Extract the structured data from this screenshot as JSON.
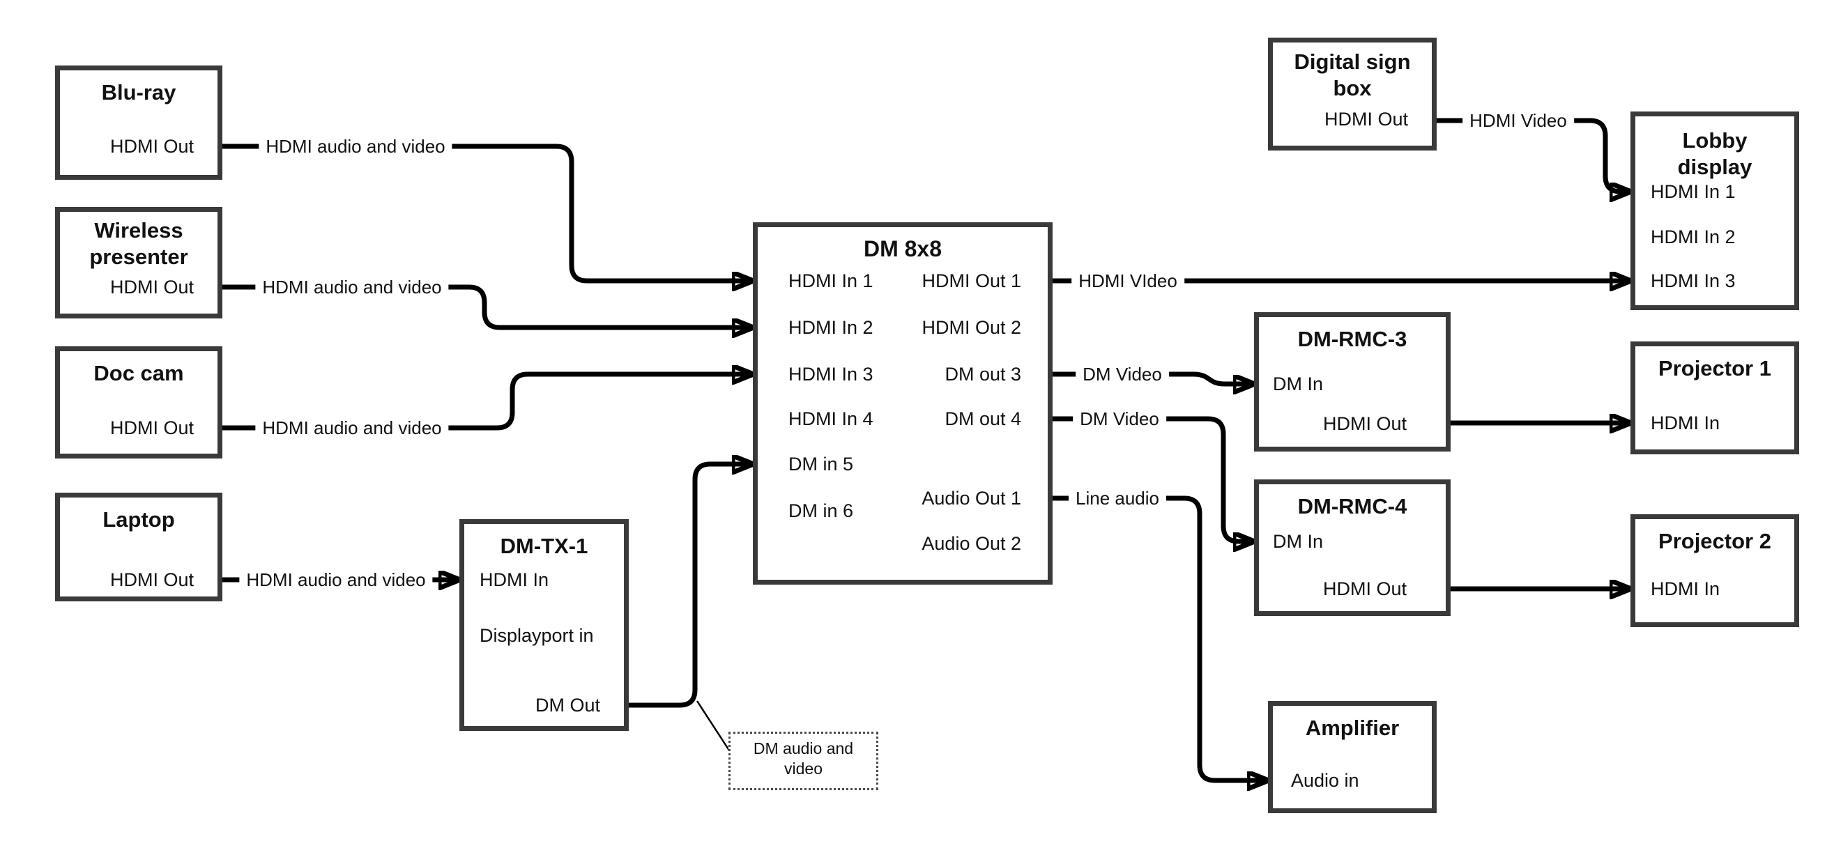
{
  "nodes": {
    "blu_ray": {
      "title": "Blu-ray",
      "port": "HDMI Out"
    },
    "wireless": {
      "title": "Wireless presenter",
      "port": "HDMI Out"
    },
    "doc_cam": {
      "title": "Doc cam",
      "port": "HDMI Out"
    },
    "laptop": {
      "title": "Laptop",
      "port": "HDMI Out"
    },
    "dm_tx1": {
      "title": "DM-TX-1",
      "ports": {
        "hdmi_in": "HDMI In",
        "dp_in": "Displayport in",
        "dm_out": "DM Out"
      }
    },
    "dm_8x8": {
      "title": "DM 8x8",
      "inputs": [
        "HDMI In 1",
        "HDMI In 2",
        "HDMI In 3",
        "HDMI In 4",
        "DM in 5",
        "DM in 6"
      ],
      "outputs": [
        "HDMI Out 1",
        "HDMI Out 2",
        "DM out 3",
        "DM out 4",
        "Audio Out 1",
        "Audio Out 2"
      ]
    },
    "digital_sign": {
      "title": "Digital sign box",
      "port": "HDMI Out"
    },
    "lobby": {
      "title": "Lobby display",
      "ports": [
        "HDMI In 1",
        "HDMI In 2",
        "HDMI In 3"
      ]
    },
    "dm_rmc3": {
      "title": "DM-RMC-3",
      "ports": {
        "dm_in": "DM In",
        "hdmi_out": "HDMI Out"
      }
    },
    "projector1": {
      "title": "Projector 1",
      "port": "HDMI In"
    },
    "dm_rmc4": {
      "title": "DM-RMC-4",
      "ports": {
        "dm_in": "DM In",
        "hdmi_out": "HDMI Out"
      }
    },
    "projector2": {
      "title": "Projector 2",
      "port": "HDMI In"
    },
    "amplifier": {
      "title": "Amplifier",
      "port": "Audio in"
    },
    "note": {
      "text": "DM audio and video"
    }
  },
  "edge_labels": {
    "blu_ray": "HDMI audio and video",
    "wireless": "HDMI audio and video",
    "doc_cam": "HDMI audio and video",
    "laptop": "HDMI audio and video",
    "hdmi_out1": "HDMI VIdeo",
    "digital_sign": "HDMI Video",
    "dm_out3": "DM Video",
    "dm_out4": "DM Video",
    "audio_out1": "Line audio"
  },
  "colors": {
    "background": "#ffffff",
    "line": "#000000",
    "box_border": "#3a3a3a",
    "text": "#111111"
  }
}
